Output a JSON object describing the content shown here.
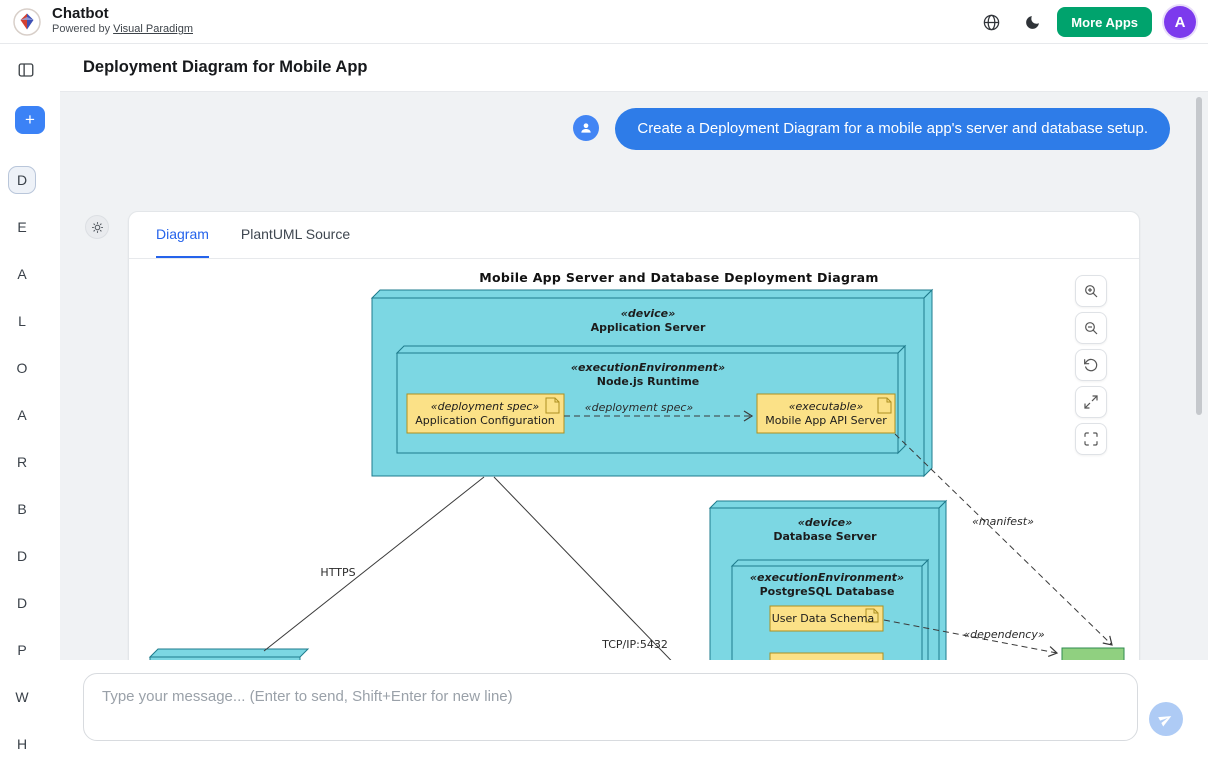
{
  "header": {
    "app_title": "Chatbot",
    "powered_by_prefix": "Powered by",
    "powered_by_link": "Visual Paradigm",
    "more_apps_label": "More Apps",
    "avatar_letter": "A"
  },
  "sidebar": {
    "new_chat_label": "+",
    "items": [
      {
        "letter": "D",
        "active": true
      },
      {
        "letter": "E",
        "active": false
      },
      {
        "letter": "A",
        "active": false
      },
      {
        "letter": "L",
        "active": false
      },
      {
        "letter": "O",
        "active": false
      },
      {
        "letter": "A",
        "active": false
      },
      {
        "letter": "R",
        "active": false
      },
      {
        "letter": "B",
        "active": false
      },
      {
        "letter": "D",
        "active": false
      },
      {
        "letter": "D",
        "active": false
      },
      {
        "letter": "P",
        "active": false
      },
      {
        "letter": "W",
        "active": false
      },
      {
        "letter": "H",
        "active": false
      }
    ]
  },
  "page": {
    "title": "Deployment Diagram for Mobile App"
  },
  "chat": {
    "user_message": "Create a Deployment Diagram for a mobile app's server and database setup."
  },
  "card": {
    "tabs": [
      {
        "label": "Diagram",
        "active": true
      },
      {
        "label": "PlantUML Source",
        "active": false
      }
    ]
  },
  "diagram": {
    "title": "Mobile App Server and Database Deployment Diagram",
    "app_server": {
      "stereo": "«device»",
      "name": "Application Server"
    },
    "node_runtime": {
      "stereo": "«executionEnvironment»",
      "name": "Node.js Runtime"
    },
    "app_config": {
      "stereo": "«deployment spec»",
      "name": "Application Configuration"
    },
    "api_server": {
      "stereo": "«executable»",
      "name": "Mobile App API Server"
    },
    "db_server": {
      "stereo": "«device»",
      "name": "Database Server"
    },
    "postgres": {
      "stereo": "«executionEnvironment»",
      "name": "PostgreSQL Database"
    },
    "user_schema": {
      "name": "User Data Schema"
    },
    "edge_deploy_spec": "«deployment spec»",
    "edge_https": "HTTPS",
    "edge_tcp": "TCP/IP:5432",
    "edge_manifest": "«manifest»",
    "edge_dependency": "«dependency»"
  },
  "composer": {
    "placeholder": "Type your message... (Enter to send, Shift+Enter for new line)"
  },
  "colors": {
    "accent_blue": "#2e7ce8",
    "brand_green": "#00a36d",
    "avatar_purple": "#7c3aed",
    "node_cyan": "#7cd7e3",
    "artifact_yellow": "#fbe187",
    "artifact_green": "#90d080",
    "chat_background": "#f0f2f4"
  },
  "icons": {
    "globe": "🌐",
    "moon": "☾",
    "plus": "+",
    "gear": "⚙",
    "person": "👤",
    "zoom_in": "⊕",
    "zoom_out": "⊖",
    "reset": "↺",
    "expand": "⤢",
    "fullscreen": "⛶",
    "send": "➤"
  }
}
